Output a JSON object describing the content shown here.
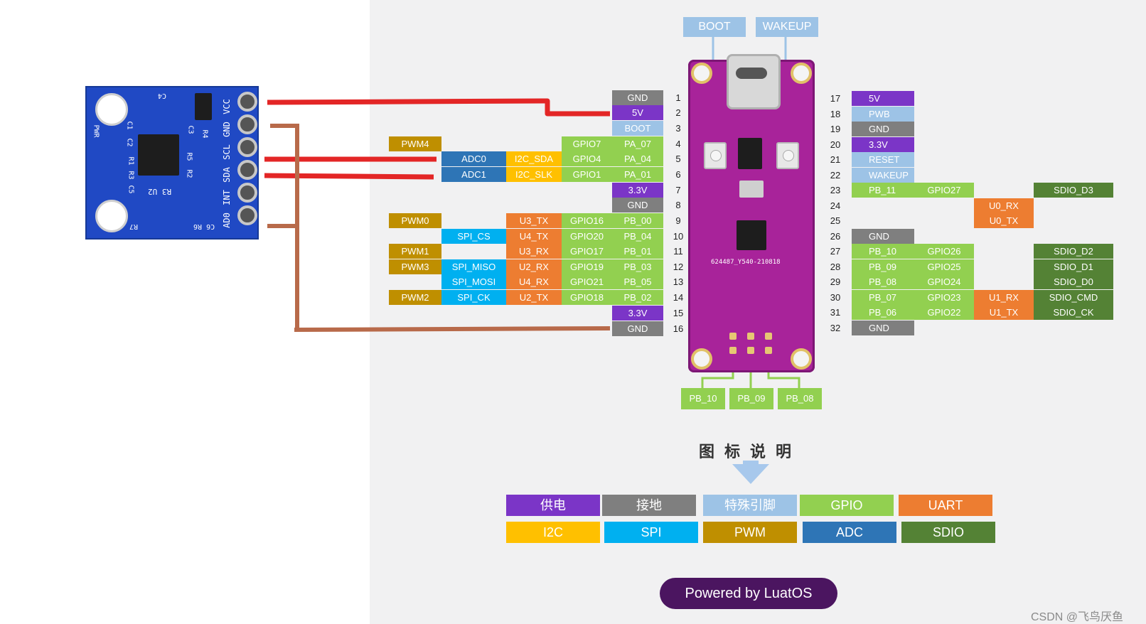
{
  "top_labels": {
    "boot": "BOOT",
    "wakeup": "WAKEUP"
  },
  "left_pins": [
    {
      "num": "1",
      "pin": "GND",
      "pin_type": "gnd"
    },
    {
      "num": "2",
      "pin": "5V",
      "pin_type": "pwr"
    },
    {
      "num": "3",
      "pin": "BOOT",
      "pin_type": "spec"
    },
    {
      "num": "4",
      "pin": "PA_07",
      "pin_type": "gpio",
      "gpio": "GPIO7",
      "pwm": "PWM4"
    },
    {
      "num": "5",
      "pin": "PA_04",
      "pin_type": "gpio",
      "gpio": "GPIO4",
      "i2c": "I2C_SDA",
      "adc": "ADC0"
    },
    {
      "num": "6",
      "pin": "PA_01",
      "pin_type": "gpio",
      "gpio": "GPIO1",
      "i2c": "I2C_SLK",
      "adc": "ADC1"
    },
    {
      "num": "7",
      "pin": "3.3V",
      "pin_type": "pwr"
    },
    {
      "num": "8",
      "pin": "GND",
      "pin_type": "gnd"
    },
    {
      "num": "9",
      "pin": "PB_00",
      "pin_type": "gpio",
      "gpio": "GPIO16",
      "uart": "U3_TX",
      "pwm": "PWM0"
    },
    {
      "num": "10",
      "pin": "PB_04",
      "pin_type": "gpio",
      "gpio": "GPIO20",
      "uart": "U4_TX",
      "spi": "SPI_CS"
    },
    {
      "num": "11",
      "pin": "PB_01",
      "pin_type": "gpio",
      "gpio": "GPIO17",
      "uart": "U3_RX",
      "pwm": "PWM1"
    },
    {
      "num": "12",
      "pin": "PB_03",
      "pin_type": "gpio",
      "gpio": "GPIO19",
      "uart": "U2_RX",
      "spi": "SPI_MISO",
      "pwm": "PWM3"
    },
    {
      "num": "13",
      "pin": "PB_05",
      "pin_type": "gpio",
      "gpio": "GPIO21",
      "uart": "U4_RX",
      "spi": "SPI_MOSI"
    },
    {
      "num": "14",
      "pin": "PB_02",
      "pin_type": "gpio",
      "gpio": "GPIO18",
      "uart": "U2_TX",
      "spi": "SPI_CK",
      "pwm": "PWM2"
    },
    {
      "num": "15",
      "pin": "3.3V",
      "pin_type": "pwr"
    },
    {
      "num": "16",
      "pin": "GND",
      "pin_type": "gnd"
    }
  ],
  "right_pins": [
    {
      "num": "17",
      "pin": "5V",
      "pin_type": "pwr"
    },
    {
      "num": "18",
      "pin": "PWB",
      "pin_type": "spec"
    },
    {
      "num": "19",
      "pin": "GND",
      "pin_type": "gnd"
    },
    {
      "num": "20",
      "pin": "3.3V",
      "pin_type": "pwr"
    },
    {
      "num": "21",
      "pin": "RESET",
      "pin_type": "spec"
    },
    {
      "num": "22",
      "pin": "WAKEUP",
      "pin_type": "spec"
    },
    {
      "num": "23",
      "pin": "PB_11",
      "pin_type": "gpio",
      "gpio": "GPIO27",
      "sdio": "SDIO_D3"
    },
    {
      "num": "24",
      "pin": "",
      "pin_type": "none",
      "uart": "U0_RX"
    },
    {
      "num": "25",
      "pin": "",
      "pin_type": "none",
      "uart": "U0_TX"
    },
    {
      "num": "26",
      "pin": "GND",
      "pin_type": "gnd"
    },
    {
      "num": "27",
      "pin": "PB_10",
      "pin_type": "gpio",
      "gpio": "GPIO26",
      "sdio": "SDIO_D2"
    },
    {
      "num": "28",
      "pin": "PB_09",
      "pin_type": "gpio",
      "gpio": "GPIO25",
      "sdio": "SDIO_D1"
    },
    {
      "num": "29",
      "pin": "PB_08",
      "pin_type": "gpio",
      "gpio": "GPIO24",
      "sdio": "SDIO_D0"
    },
    {
      "num": "30",
      "pin": "PB_07",
      "pin_type": "gpio",
      "gpio": "GPIO23",
      "uart": "U1_RX",
      "sdio": "SDIO_CMD"
    },
    {
      "num": "31",
      "pin": "PB_06",
      "pin_type": "gpio",
      "gpio": "GPIO22",
      "uart": "U1_TX",
      "sdio": "SDIO_CK"
    },
    {
      "num": "32",
      "pin": "GND",
      "pin_type": "gnd"
    }
  ],
  "bottom_leds": [
    "PB_10",
    "PB_09",
    "PB_08"
  ],
  "board_silk": {
    "model": "624487_Y540-210818"
  },
  "sensor_module": {
    "pin_labels": [
      "VCC",
      "GND",
      "SCL",
      "SDA",
      "INT",
      "AD0"
    ],
    "silk_left": [
      "PWR",
      "C1",
      "R1",
      "R3",
      "C5"
    ],
    "silk_misc": [
      "C4",
      "R4",
      "C3",
      "R2",
      "R5",
      "C2",
      "R3 U2",
      "C6 R6",
      "R7"
    ]
  },
  "legend": {
    "title": "图标说明",
    "items": [
      {
        "label": "供电",
        "type": "pwr"
      },
      {
        "label": "接地",
        "type": "gnd"
      },
      {
        "label": "特殊引脚",
        "type": "spec"
      },
      {
        "label": "GPIO",
        "type": "gpio"
      },
      {
        "label": "UART",
        "type": "uart"
      },
      {
        "label": "I2C",
        "type": "i2c"
      },
      {
        "label": "SPI",
        "type": "spi"
      },
      {
        "label": "PWM",
        "type": "pwm"
      },
      {
        "label": "ADC",
        "type": "adc"
      },
      {
        "label": "SDIO",
        "type": "sdio"
      }
    ]
  },
  "colors": {
    "pwr": "#7b35c7",
    "gnd": "#7f7f7f",
    "spec": "#9dc3e6",
    "gpio": "#92d050",
    "uart": "#ed7d31",
    "i2c": "#ffc000",
    "spi": "#00b0f0",
    "pwm": "#bf8f00",
    "adc": "#2e75b6",
    "sdio": "#548235",
    "board": "#a8239a",
    "wire_red": "#e32626",
    "wire_brown": "#b86a4a"
  },
  "footer": {
    "powered_by": "Powered by LuatOS"
  },
  "watermark": "CSDN @飞鸟厌鱼"
}
